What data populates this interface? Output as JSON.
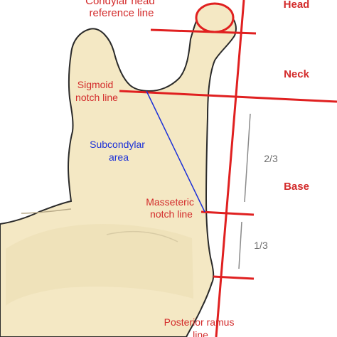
{
  "labels": {
    "condylar_head_ref_line": [
      "Condylar head",
      "reference line"
    ],
    "sigmoid_notch_line": [
      "Sigmoid",
      "notch line"
    ],
    "subcondylar_area": [
      "Subcondylar",
      "area"
    ],
    "masseteric_notch_line": [
      "Masseteric",
      "notch line"
    ],
    "posterior_ramus_line": [
      "Posterior ramus",
      "line"
    ]
  },
  "zones": {
    "head": "Head",
    "neck": "Neck",
    "base": "Base"
  },
  "proportions": {
    "upper": "2/3",
    "lower": "1/3"
  },
  "colors": {
    "bone_fill": "#f4e8c4",
    "bone_outline": "#2a2a2a",
    "reference_lines": "#e02020",
    "subcondylar_line": "#1a2fd8",
    "label_red": "#d32b2b",
    "label_blue": "#1a2fd8",
    "divider_grey": "#8a8a8a"
  }
}
